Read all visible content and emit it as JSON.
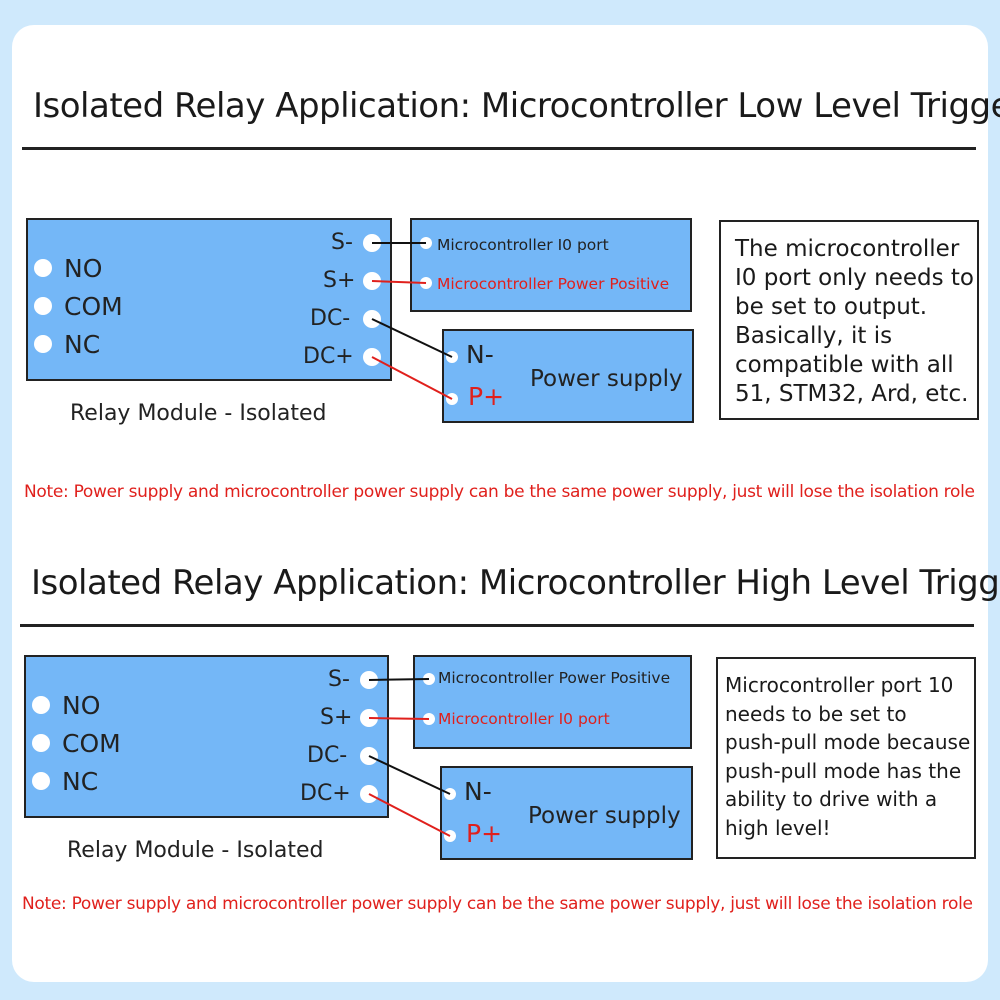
{
  "colors": {
    "background": "#cfe9fc",
    "box_fill": "#74b7f7",
    "wire_black": "#111111",
    "wire_red": "#e0201c"
  },
  "section1": {
    "title": "Isolated Relay Application: Microcontroller Low Level Trigger",
    "relay": {
      "outputs": [
        "NO",
        "COM",
        "NC"
      ],
      "terminals": [
        "S-",
        "S+",
        "DC-",
        "DC+"
      ],
      "caption": "Relay Module - Isolated"
    },
    "mcu": {
      "line1": "Microcontroller I0 port",
      "line2": "Microcontroller Power Positive"
    },
    "power": {
      "n": "N-",
      "p": "P+",
      "label": "Power supply"
    },
    "description": [
      "The microcontroller",
      "I0 port only needs to",
      "be set to output.",
      "Basically, it is",
      "compatible with all",
      "51, STM32, Ard, etc."
    ],
    "note": "Note: Power supply and microcontroller power supply can be the same power supply, just will lose the isolation role"
  },
  "section2": {
    "title": "Isolated Relay Application: Microcontroller High Level Trigger",
    "relay": {
      "outputs": [
        "NO",
        "COM",
        "NC"
      ],
      "terminals": [
        "S-",
        "S+",
        "DC-",
        "DC+"
      ],
      "caption": "Relay Module - Isolated"
    },
    "mcu": {
      "line1": "Microcontroller Power Positive",
      "line2": "Microcontroller I0 port"
    },
    "power": {
      "n": "N-",
      "p": "P+",
      "label": "Power supply"
    },
    "description": [
      "Microcontroller port 10",
      "needs to be set to",
      "push-pull mode because",
      "push-pull mode has the",
      "ability to drive with a",
      "high level!"
    ],
    "note": "Note: Power supply and microcontroller power supply can be the same power supply, just will lose the isolation role"
  }
}
